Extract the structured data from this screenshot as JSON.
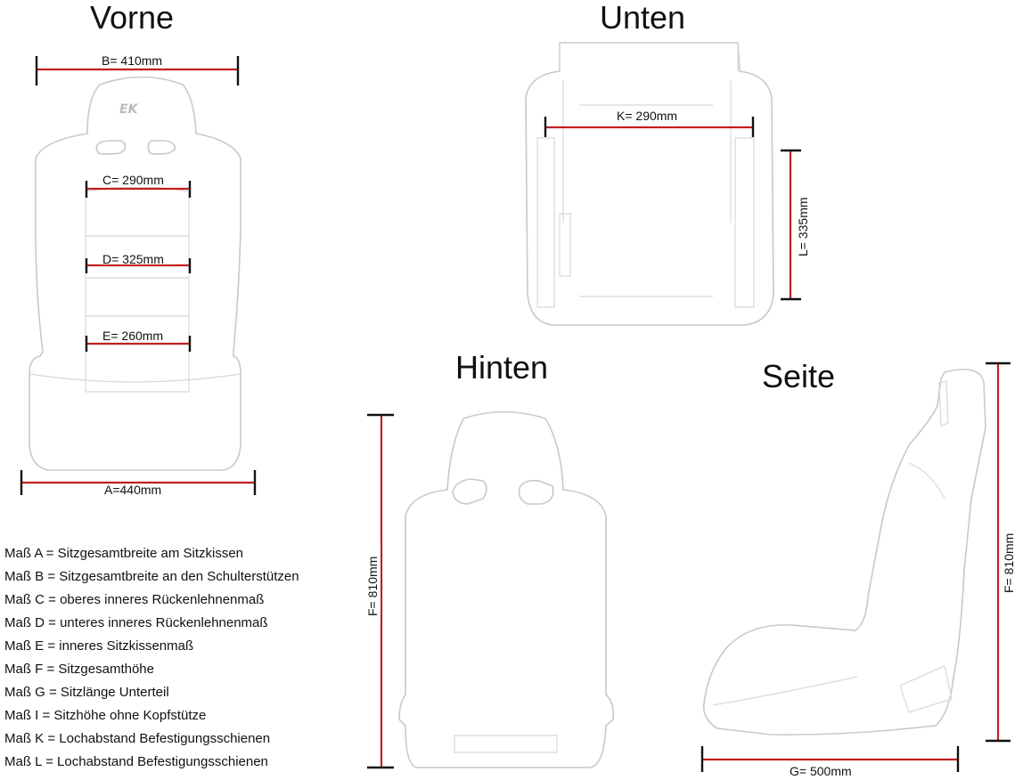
{
  "views": {
    "front": "Vorne",
    "bottom": "Unten",
    "back": "Hinten",
    "side": "Seite"
  },
  "dimensions": {
    "a": "A=440mm",
    "b": "B= 410mm",
    "c": "C= 290mm",
    "d": "D= 325mm",
    "e": "E= 260mm",
    "f_back": "F= 810mm",
    "f_side": "F= 810mm",
    "g": "G= 500mm",
    "k": "K= 290mm",
    "l": "L= 335mm"
  },
  "logo_text": "EK",
  "legend": [
    "Maß A = Sitzgesamtbreite am Sitzkissen",
    "Maß B = Sitzgesamtbreite an den Schulterstützen",
    "Maß C = oberes inneres Rückenlehnenmaß",
    "Maß D = unteres inneres Rückenlehnenmaß",
    "Maß E = inneres Sitzkissenmaß",
    "Maß F = Sitzgesamthöhe",
    "Maß G = Sitzlänge Unterteil",
    "Maß I  = Sitzhöhe ohne Kopfstütze",
    "Maß K = Lochabstand Befestigungsschienen",
    "Maß L = Lochabstand Befestigungsschienen"
  ],
  "colors": {
    "dimension_line": "#c0201f",
    "end_cap": "#111111",
    "outline": "#c9c9c9"
  }
}
